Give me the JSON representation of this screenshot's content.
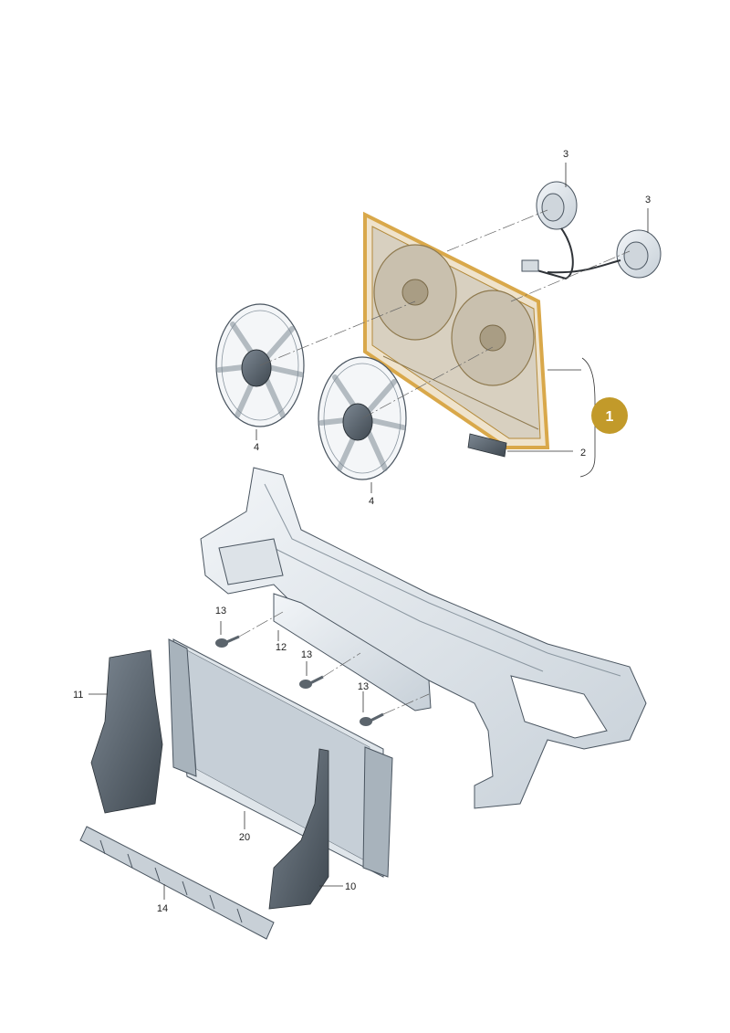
{
  "callouts": {
    "assembly": "1",
    "label_2": "2",
    "motor_top": "3",
    "motor_right": "3",
    "fan_left": "4",
    "fan_right": "4",
    "label_10": "10",
    "label_11": "11",
    "label_12": "12",
    "screw_1": "13",
    "screw_2": "13",
    "screw_3": "13",
    "label_14": "14",
    "label_20": "20"
  },
  "colors": {
    "assembly_badge": "#c29a2a",
    "shroud_highlight": "#d9a84a",
    "part_fill": "#e4e9ee",
    "part_shade": "#b9c3cc",
    "line": "#333333"
  }
}
